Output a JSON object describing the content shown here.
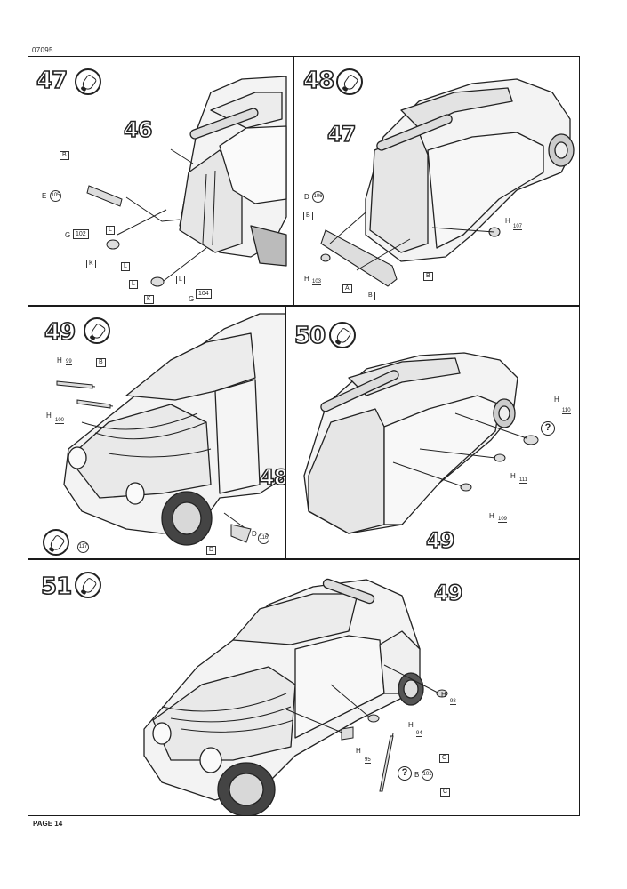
{
  "document": {
    "code": "07095",
    "page_label": "PAGE 14"
  },
  "steps": [
    {
      "number": "47",
      "ref": "46",
      "labels": {
        "b": "B",
        "e": "E",
        "e_num": "105",
        "g1": "G",
        "g1_num": "102",
        "l1": "L",
        "k1": "K",
        "l2": "L",
        "l3": "L",
        "l4": "L",
        "k2": "K",
        "g2": "G",
        "g2_num": "104"
      }
    },
    {
      "number": "48",
      "ref": "47",
      "labels": {
        "d": "D",
        "d_num": "106",
        "b1": "B",
        "h1": "H",
        "h1_num": "103",
        "a": "A",
        "b2": "B",
        "b3": "B",
        "h2": "H",
        "h2_num": "107"
      }
    },
    {
      "number": "49",
      "ref": "48",
      "labels": {
        "h1": "H",
        "h1_num": "99",
        "b": "B",
        "h2": "H",
        "h2_num": "100",
        "d1": "D",
        "d2": "D",
        "d_num": "116",
        "extra_num": "117"
      }
    },
    {
      "number": "50",
      "ref": "49",
      "labels": {
        "h1": "H",
        "h1_num": "110",
        "h2": "H",
        "h2_num": "111",
        "h3": "H",
        "h3_num": "109",
        "q": "?"
      }
    },
    {
      "number": "51",
      "ref": "49",
      "labels": {
        "h1": "H",
        "h1_num": "98",
        "h2": "H",
        "h2_num": "94",
        "h3": "H",
        "h3_num": "95",
        "q": "?",
        "b": "B",
        "b_num": "101",
        "c1": "C",
        "c2": "C"
      }
    }
  ]
}
